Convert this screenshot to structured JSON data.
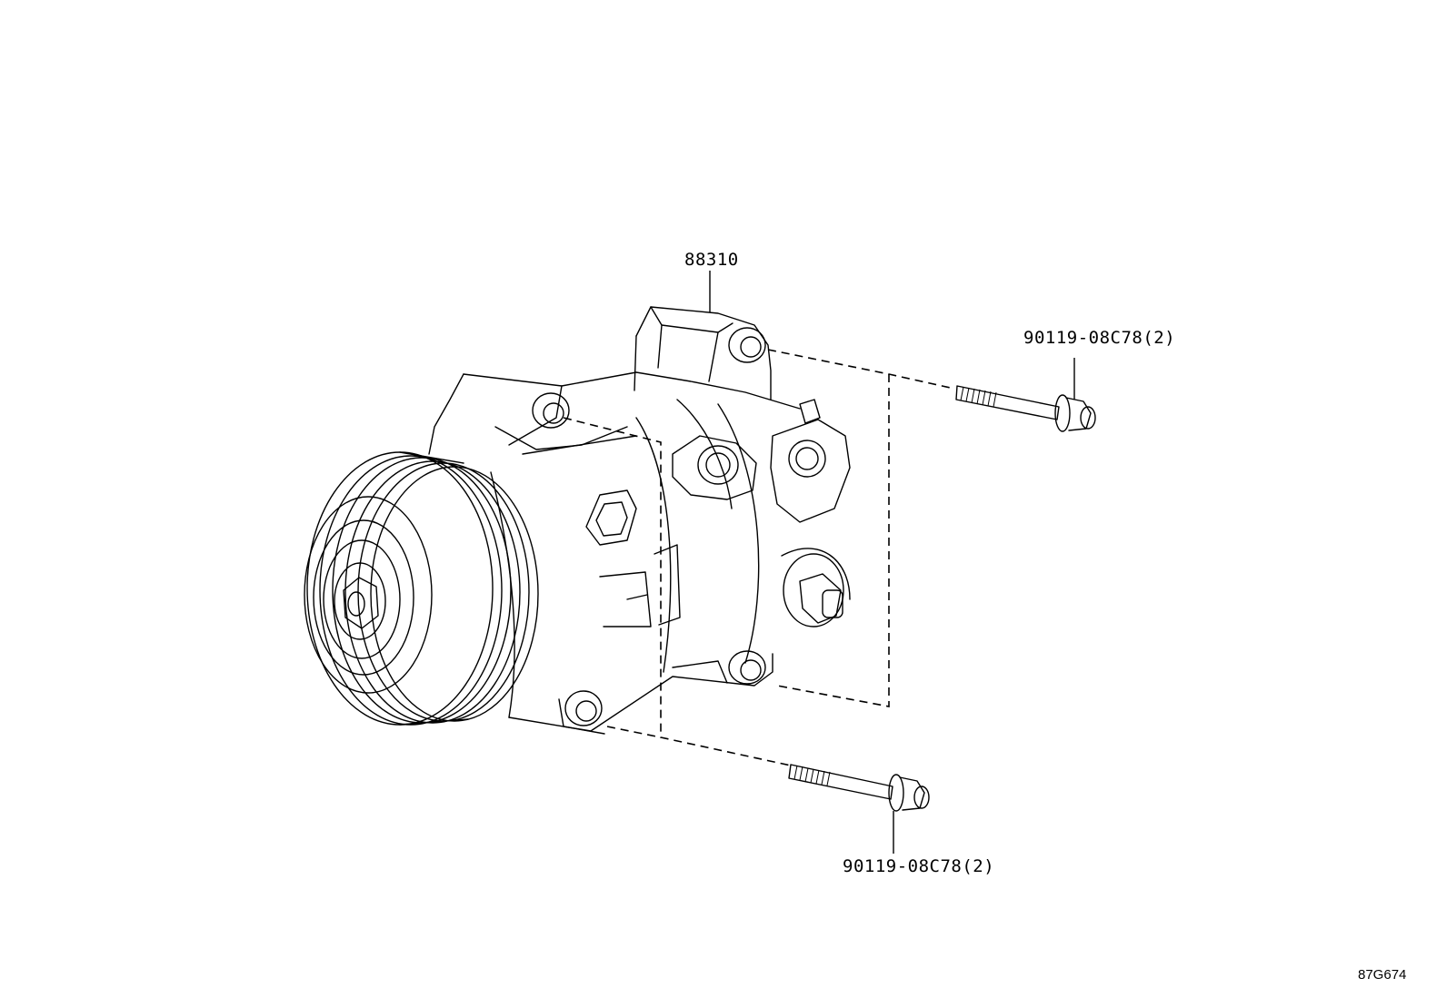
{
  "labels": {
    "compressor_part": "88310",
    "bolt_upper_part": "90119-08C78(2)",
    "bolt_lower_part": "90119-08C78(2)"
  },
  "reference_code": "87G674"
}
